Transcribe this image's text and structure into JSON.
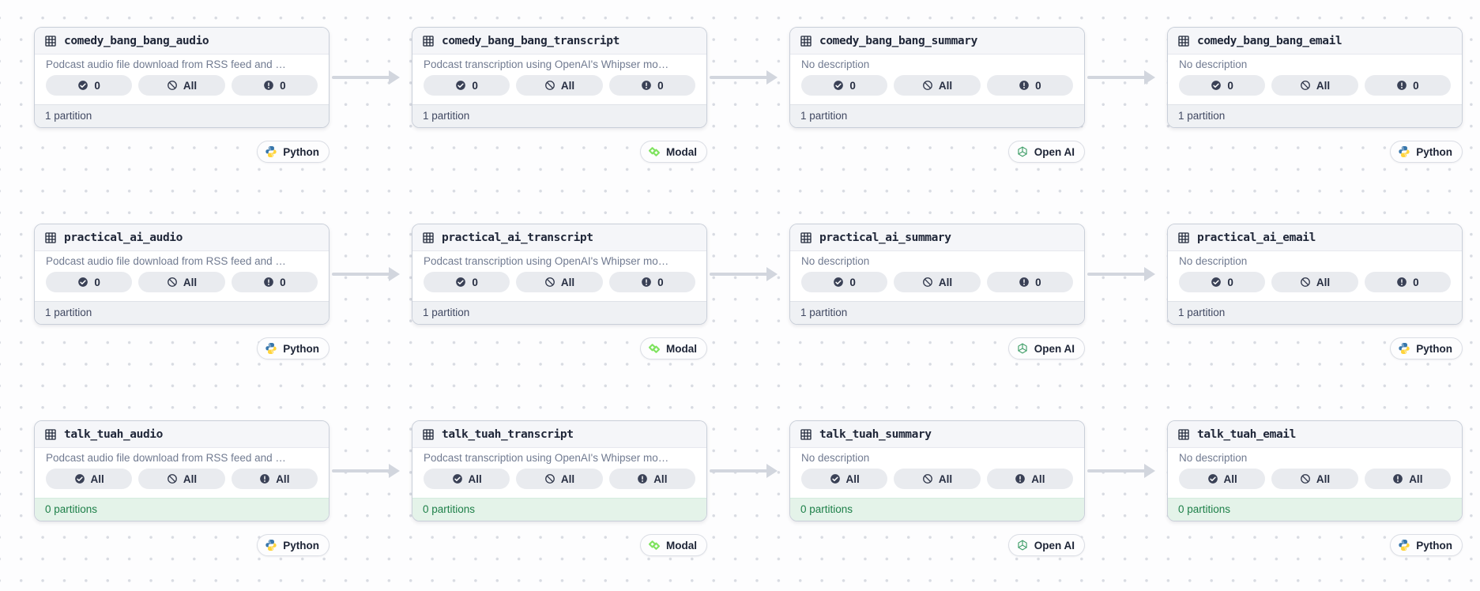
{
  "colors": {
    "title": "#1f2638",
    "description": "#717b91",
    "pill_bg": "#e9ebef",
    "footer_text": "#414962",
    "footer_bg": "#eff1f4",
    "green_text": "#1e8049",
    "green_bg": "#e4f3e9",
    "arrow": "#d2d6de",
    "python_blue": "#3776ab",
    "python_yellow": "#ffd43b",
    "modal_green": "#7fe35f",
    "openai_green": "#3f9e68"
  },
  "icons": {
    "asset_header": "table-grid-icon",
    "pill_1": "check-circle-icon",
    "pill_2": "slash-circle-icon",
    "pill_3": "alert-circle-icon",
    "kind_python": "python-logo-icon",
    "kind_modal": "modal-logo-icon",
    "kind_openai": "openai-logo-icon"
  },
  "rows": [
    {
      "cards": [
        {
          "title": "comedy_bang_bang_audio",
          "description": "Podcast audio file download from RSS feed and …",
          "pills": [
            "0",
            "All",
            "0"
          ],
          "partitions": "1 partition",
          "kind": "Python"
        },
        {
          "title": "comedy_bang_bang_transcript",
          "description": "Podcast transcription using OpenAI's Whipser mo…",
          "pills": [
            "0",
            "All",
            "0"
          ],
          "partitions": "1 partition",
          "kind": "Modal"
        },
        {
          "title": "comedy_bang_bang_summary",
          "description": "No description",
          "pills": [
            "0",
            "All",
            "0"
          ],
          "partitions": "1 partition",
          "kind": "Open AI"
        },
        {
          "title": "comedy_bang_bang_email",
          "description": "No description",
          "pills": [
            "0",
            "All",
            "0"
          ],
          "partitions": "1 partition",
          "kind": "Python"
        }
      ]
    },
    {
      "cards": [
        {
          "title": "practical_ai_audio",
          "description": "Podcast audio file download from RSS feed and …",
          "pills": [
            "0",
            "All",
            "0"
          ],
          "partitions": "1 partition",
          "kind": "Python"
        },
        {
          "title": "practical_ai_transcript",
          "description": "Podcast transcription using OpenAI's Whipser mo…",
          "pills": [
            "0",
            "All",
            "0"
          ],
          "partitions": "1 partition",
          "kind": "Modal"
        },
        {
          "title": "practical_ai_summary",
          "description": "No description",
          "pills": [
            "0",
            "All",
            "0"
          ],
          "partitions": "1 partition",
          "kind": "Open AI"
        },
        {
          "title": "practical_ai_email",
          "description": "No description",
          "pills": [
            "0",
            "All",
            "0"
          ],
          "partitions": "1 partition",
          "kind": "Python"
        }
      ]
    },
    {
      "cards": [
        {
          "title": "talk_tuah_audio",
          "description": "Podcast audio file download from RSS feed and …",
          "pills": [
            "All",
            "All",
            "All"
          ],
          "partitions": "0 partitions",
          "kind": "Python"
        },
        {
          "title": "talk_tuah_transcript",
          "description": "Podcast transcription using OpenAI's Whipser mo…",
          "pills": [
            "All",
            "All",
            "All"
          ],
          "partitions": "0 partitions",
          "kind": "Modal"
        },
        {
          "title": "talk_tuah_summary",
          "description": "No description",
          "pills": [
            "All",
            "All",
            "All"
          ],
          "partitions": "0 partitions",
          "kind": "Open AI"
        },
        {
          "title": "talk_tuah_email",
          "description": "No description",
          "pills": [
            "All",
            "All",
            "All"
          ],
          "partitions": "0 partitions",
          "kind": "Python"
        }
      ]
    }
  ]
}
